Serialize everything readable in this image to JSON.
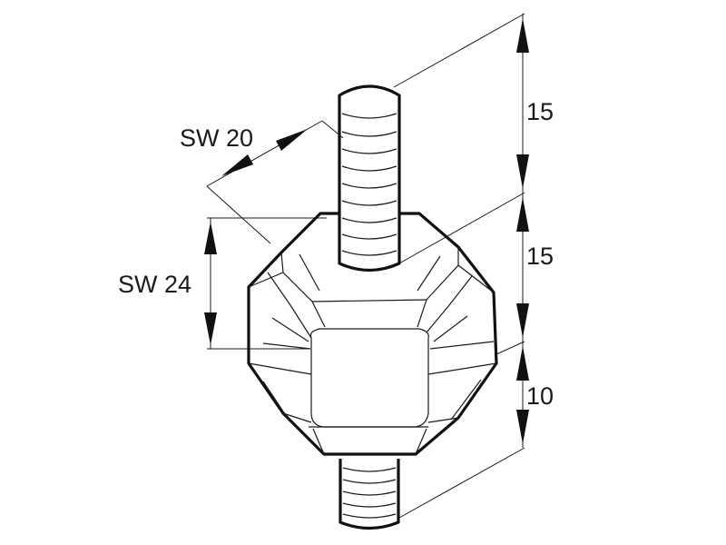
{
  "drawing": {
    "dimensions": {
      "top_height": "15",
      "middle_height": "15",
      "bottom_height": "10",
      "wrench_size_stud": "SW 20",
      "wrench_size_body": "SW 24"
    }
  }
}
